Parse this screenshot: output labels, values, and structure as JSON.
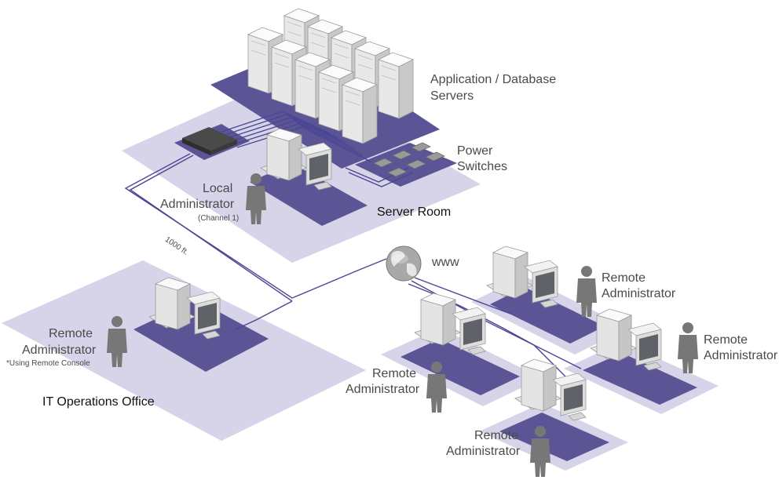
{
  "labels": {
    "app_servers_line1": "Application / Database",
    "app_servers_line2": "Servers",
    "power_line1": "Power",
    "power_line2": "Switches",
    "local_line1": "Local",
    "local_line2": "Administrator",
    "local_channel": "(Channel 1)",
    "server_room": "Server Room",
    "cable_length": "1000 ft.",
    "www": "www",
    "remote_admin_line1": "Remote",
    "remote_admin_line2": "Administrator",
    "remote_console_note": "*Using Remote Console",
    "it_office": "IT Operations Office"
  },
  "colors": {
    "floor_light": "#d7d3e8",
    "floor_dark": "#5b5595",
    "cable": "#4a4694",
    "server_body": "#eeeeee",
    "person": "#777777",
    "text": "#4a4a4a"
  }
}
